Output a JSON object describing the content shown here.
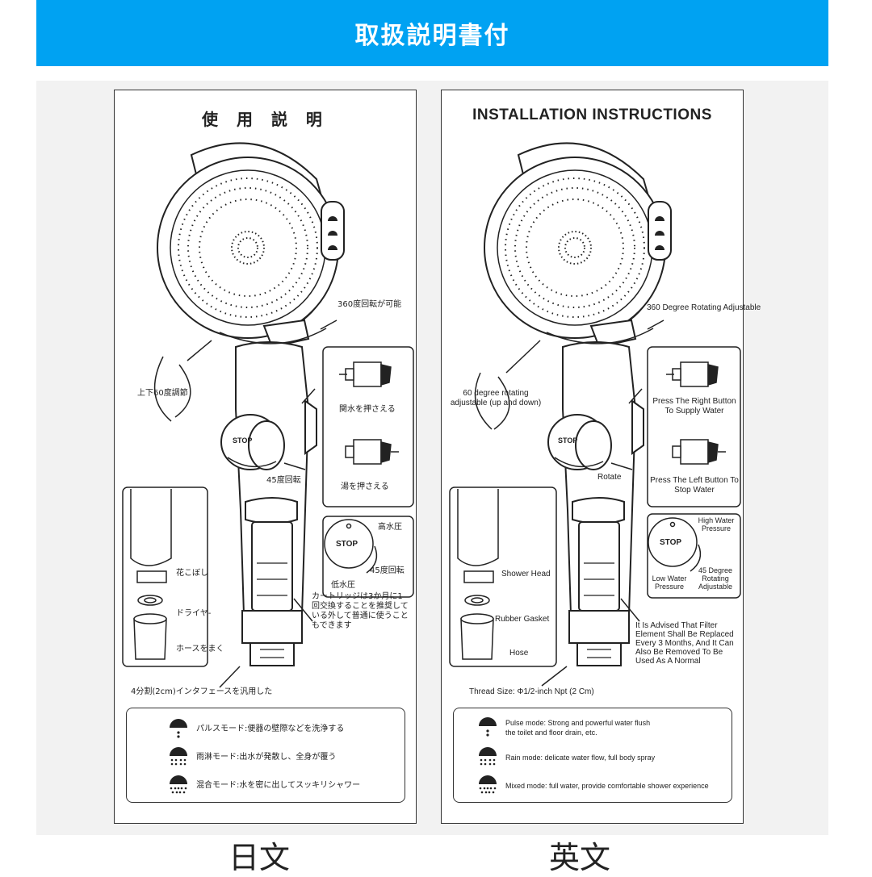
{
  "banner": {
    "title": "取扱説明書付"
  },
  "jp": {
    "title": "使 用 説 明",
    "rotate360": "360度回転が可能",
    "adjust60": "上下60度調節",
    "rotate45": "45度回転",
    "press_supply": "関水を押さえる",
    "press_stop": "湯を押さえる",
    "high_pressure": "高水圧",
    "low_pressure": "低水圧",
    "dial_rotate": "45度回転",
    "stop_label": "STOP",
    "shower_head": "花こぼし",
    "gasket": "ドライヤ-",
    "hose": "ホースをまく",
    "cartridge": "カートリッジは3か月に1回交換することを推奨している外して普通に使うこともできます",
    "thread": "4分割(2cm)インタフェースを汎用した",
    "modes": [
      {
        "icon": "pulse-mode-icon",
        "text": "パルスモード:便器の壁際などを洗浄する"
      },
      {
        "icon": "rain-mode-icon",
        "text": "雨淋モード:出水が発散し、全身が覆う"
      },
      {
        "icon": "mixed-mode-icon",
        "text": "混合モード:水を密に出してスッキリシャワー"
      }
    ]
  },
  "en": {
    "title": "INSTALLATION INSTRUCTIONS",
    "rotate360": "360 Degree Rotating Adjustable",
    "adjust60": "60 degree rotating adjustable (up and down)",
    "rotate": "Rotate",
    "press_supply": "Press The Right Button To Supply Water",
    "press_stop": "Press The Left Button To Stop Water",
    "high_pressure": "High Water Pressure",
    "low_pressure": "Low Water Pressure",
    "dial_rotate": "45 Degree Rotating Adjustable",
    "stop_label": "STOP",
    "shower_head": "Shower Head",
    "gasket": "Rubber Gasket",
    "hose": "Hose",
    "cartridge": "It Is Advised That Filter Element Shall Be Replaced Every 3 Months, And It Can Also Be Removed To Be Used As A Normal",
    "thread": "Thread Size: Φ1/2-inch Npt (2 Cm)",
    "modes": [
      {
        "icon": "pulse-mode-icon",
        "text": "Pulse mode: Strong and powerful water flush the toilet and floor drain, etc."
      },
      {
        "icon": "rain-mode-icon",
        "text": "Rain mode: delicate water flow, full body spray"
      },
      {
        "icon": "mixed-mode-icon",
        "text": "Mixed mode: full water, provide comfortable shower experience"
      }
    ]
  },
  "footer": {
    "jp_label": "日文",
    "en_label": "英文"
  }
}
